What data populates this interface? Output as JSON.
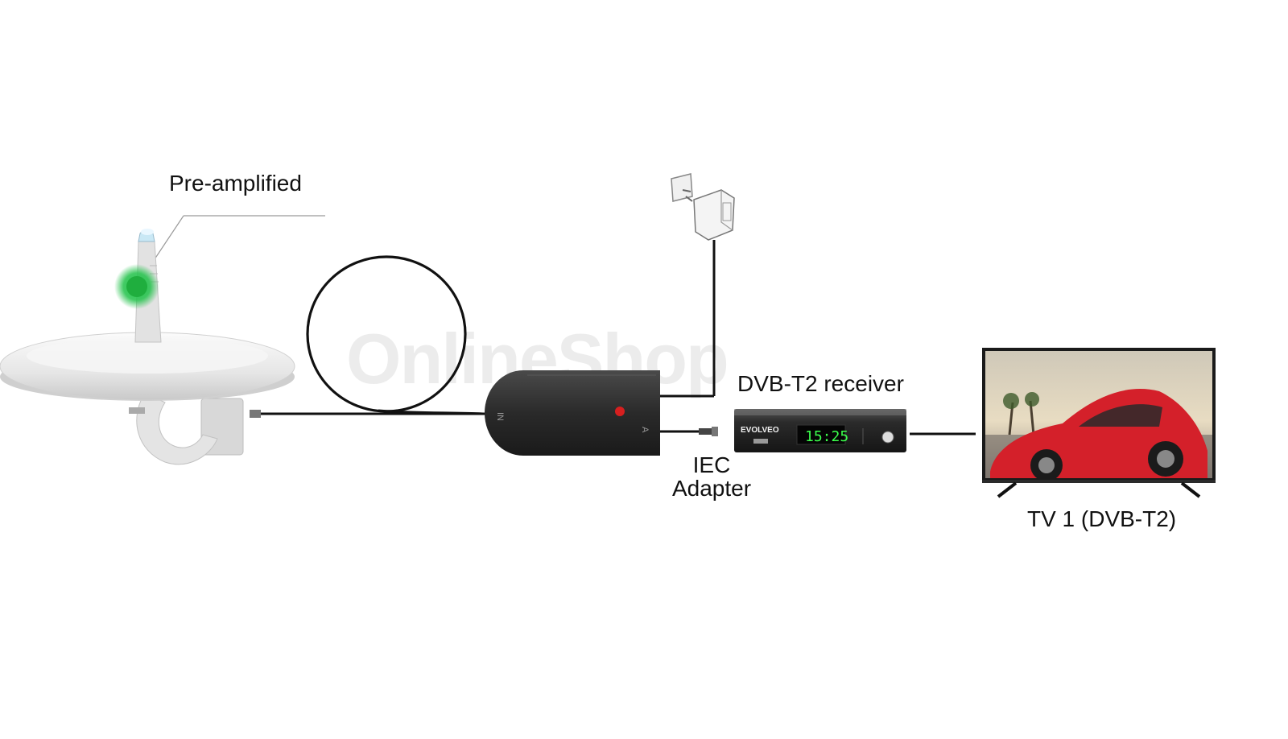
{
  "labels": {
    "pre_amplified": "Pre-amplified",
    "dvb_receiver": "DVB-T2 receiver",
    "iec_line1": "IEC",
    "iec_line2": "Adapter",
    "tv": "TV 1 (DVB-T2)"
  },
  "watermark": "OnlineShop",
  "receiver": {
    "brand": "EVOLVEO",
    "clock": "15:25"
  },
  "injector": {
    "in_marking": "IN",
    "out_marking": "A"
  },
  "colors": {
    "green_led": "#22c24a",
    "red_led": "#d61f1f",
    "display_green": "#3cff4c",
    "tv_car": "#d4202a"
  }
}
